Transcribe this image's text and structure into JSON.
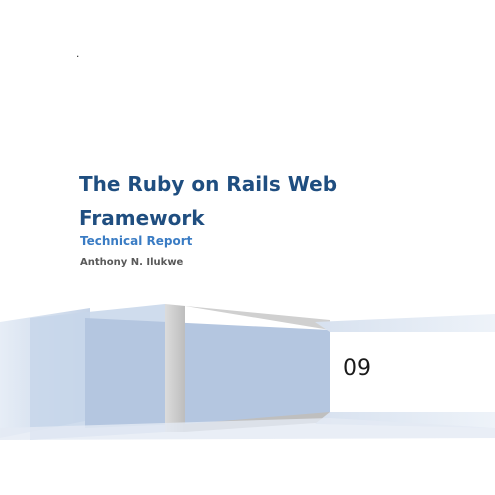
{
  "cover": {
    "mark": ".",
    "title": "The Ruby on Rails Web Framework",
    "subtitle": "Technical Report",
    "author": "Anthony N. Ilukwe",
    "number": "09"
  },
  "colors": {
    "title": "#1f4e80",
    "subtitle": "#3a7cc4",
    "author": "#595959",
    "banner_blue": "#b8c9e2",
    "banner_light": "#dde6f2",
    "banner_gray": "#c9c9c9"
  }
}
